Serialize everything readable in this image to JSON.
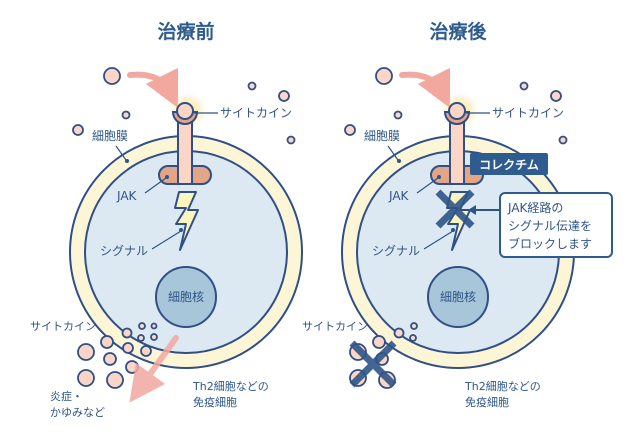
{
  "before": {
    "title": "治療前",
    "labels": {
      "cytokine_top": "サイトカイン",
      "membrane": "細胞膜",
      "jak": "JAK",
      "signal": "シグナル",
      "nucleus": "細胞核",
      "cytokine_bottom": "サイトカイン",
      "effect_line1": "炎症・",
      "effect_line2": "かゆみなど",
      "cell_line1": "Th2細胞などの",
      "cell_line2": "免疫細胞"
    }
  },
  "after": {
    "title": "治療後",
    "labels": {
      "cytokine_top": "サイトカイン",
      "membrane": "細胞膜",
      "jak": "JAK",
      "signal": "シグナル",
      "nucleus": "細胞核",
      "cytokine_bottom": "サイトカイン",
      "cell_line1": "Th2細胞などの",
      "cell_line2": "免疫細胞"
    },
    "drug_badge": "コレクチム",
    "callout": {
      "line1": "JAK経路の",
      "line2": "シグナル伝達を",
      "line3": "ブロックします"
    }
  },
  "colors": {
    "outline": "#2f4f86",
    "cytoplasm": "#dde9f2",
    "membrane": "#fcf5d6",
    "nucleus": "#a8c6da",
    "cytokine": "#fbd6c6",
    "jak": "#e2a585",
    "arrow": "#f2a89f",
    "badge": "#2f5c8f"
  }
}
